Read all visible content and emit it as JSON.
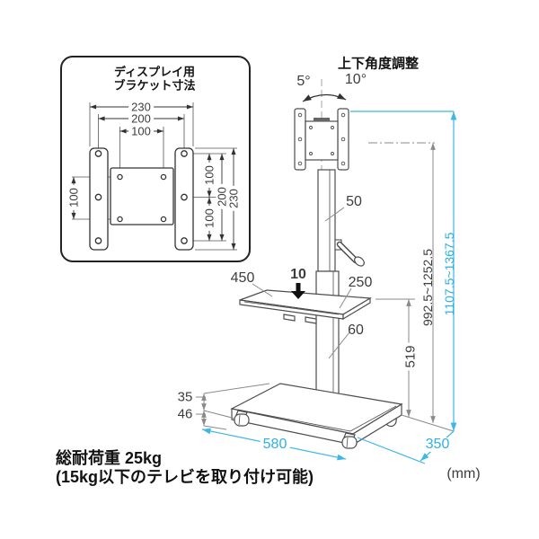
{
  "inset": {
    "title_line1": "ディスプレイ用",
    "title_line2": "ブラケット寸法",
    "dim_width_outer": "230",
    "dim_width_holes": "200",
    "dim_width_vesa": "100",
    "dim_left_vesa": "100",
    "dim_right_upper": "100",
    "dim_right_lower": "100",
    "dim_right_holes": "200",
    "dim_right_outer": "230"
  },
  "stand": {
    "angle_label": "上下角度調整",
    "angle_forward": "5°",
    "angle_backward": "10°",
    "pole_upper_width": "50",
    "shelf_width": "450",
    "shelf_thickness": "10",
    "shelf_depth": "250",
    "pole_lower_width": "60",
    "shelf_height": "519",
    "bracket_center_height_range": "992.5~1252.5",
    "overall_height_range": "1107.5~1367.5",
    "base_thickness": "35",
    "caster_height": "46",
    "base_width": "580",
    "base_depth": "350"
  },
  "footer": {
    "capacity": "総耐荷重 25kg",
    "capacity_note": "(15kg以下のテレビを取り付け可能)",
    "unit": "(mm)"
  },
  "colors": {
    "dimension_blue": "#3cb7e8",
    "dimension_gray": "#8a8a8a",
    "outline_dark": "#4d4d4d"
  }
}
